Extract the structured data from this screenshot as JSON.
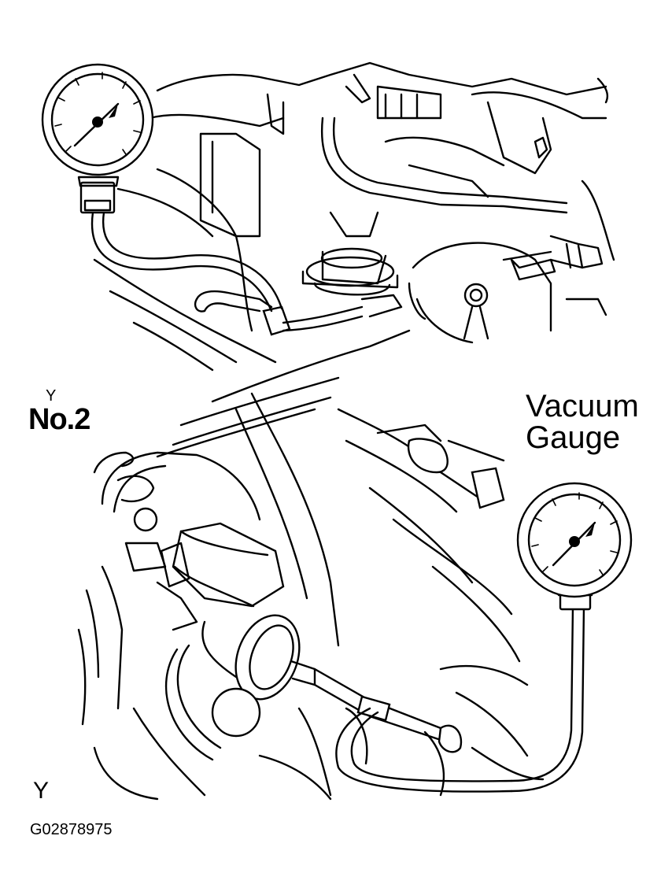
{
  "labels": {
    "no2": "No.2",
    "no2_mark": "Y",
    "vacuum_line1": "Vacuum",
    "vacuum_line2": "Gauge",
    "bottom_mark": "Y",
    "figure_code": "G02878975"
  },
  "icons": {
    "gauge_top": "vacuum-gauge-icon",
    "gauge_bottom": "vacuum-gauge-icon"
  },
  "colors": {
    "line": "#000000",
    "background": "#ffffff"
  }
}
